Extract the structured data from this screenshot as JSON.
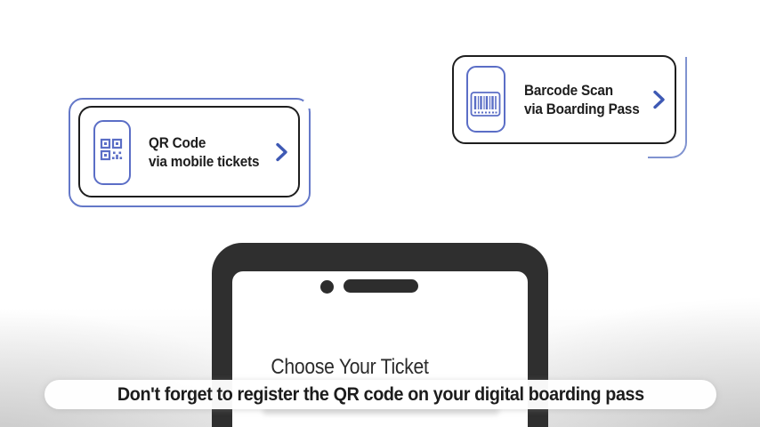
{
  "colors": {
    "accent_blue": "#5b6ec6",
    "selection_outline_blue": "#6478c8",
    "trail_outline_blue": "#8093d0",
    "chevron_blue": "#3e59b4",
    "card_border": "#1e1e1e",
    "phone_frame": "#2f2f2f",
    "text_dark": "#1d1d1d",
    "screen_title_color": "#2b2b2b"
  },
  "options": [
    {
      "title": "QR Code",
      "subtitle": "via mobile tickets",
      "icon": "qr-code-phone-icon",
      "selected": true
    },
    {
      "title": "Barcode Scan",
      "subtitle": "via Boarding Pass",
      "icon": "barcode-phone-icon",
      "selected": false
    }
  ],
  "phone_screen": {
    "title": "Choose Your Ticket"
  },
  "caption": {
    "text": "Don't forget to register the QR code on your digital boarding pass"
  }
}
